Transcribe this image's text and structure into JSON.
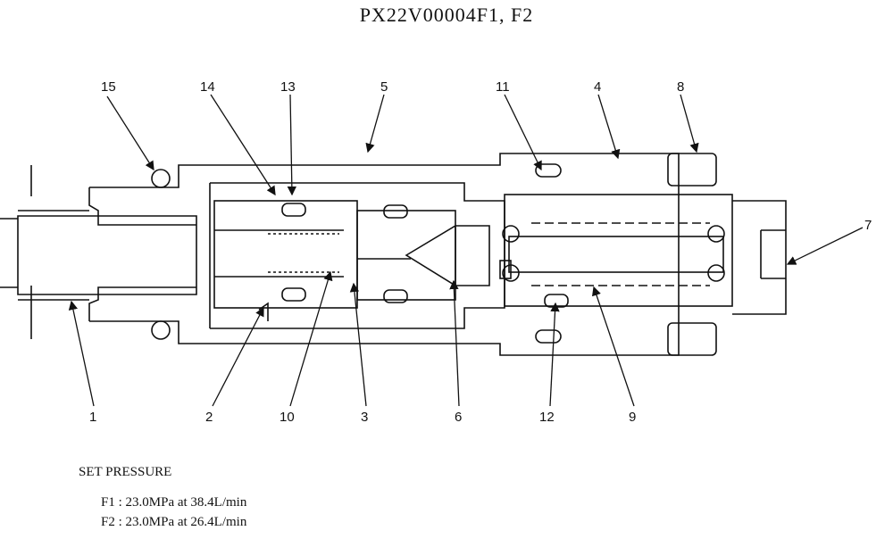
{
  "title": "PX22V00004F1, F2",
  "callouts": {
    "c1": "1",
    "c2": "2",
    "c3": "3",
    "c4": "4",
    "c5": "5",
    "c6": "6",
    "c7": "7",
    "c8": "8",
    "c9": "9",
    "c10": "10",
    "c11": "11",
    "c12": "12",
    "c13": "13",
    "c14": "14",
    "c15": "15"
  },
  "notes": {
    "heading": "SET PRESSURE",
    "lines": [
      "F1 : 23.0MPa  at  38.4L/min",
      "F2 : 23.0MPa  at  26.4L/min"
    ]
  },
  "colors": {
    "ink": "#111111",
    "background": "#ffffff"
  }
}
